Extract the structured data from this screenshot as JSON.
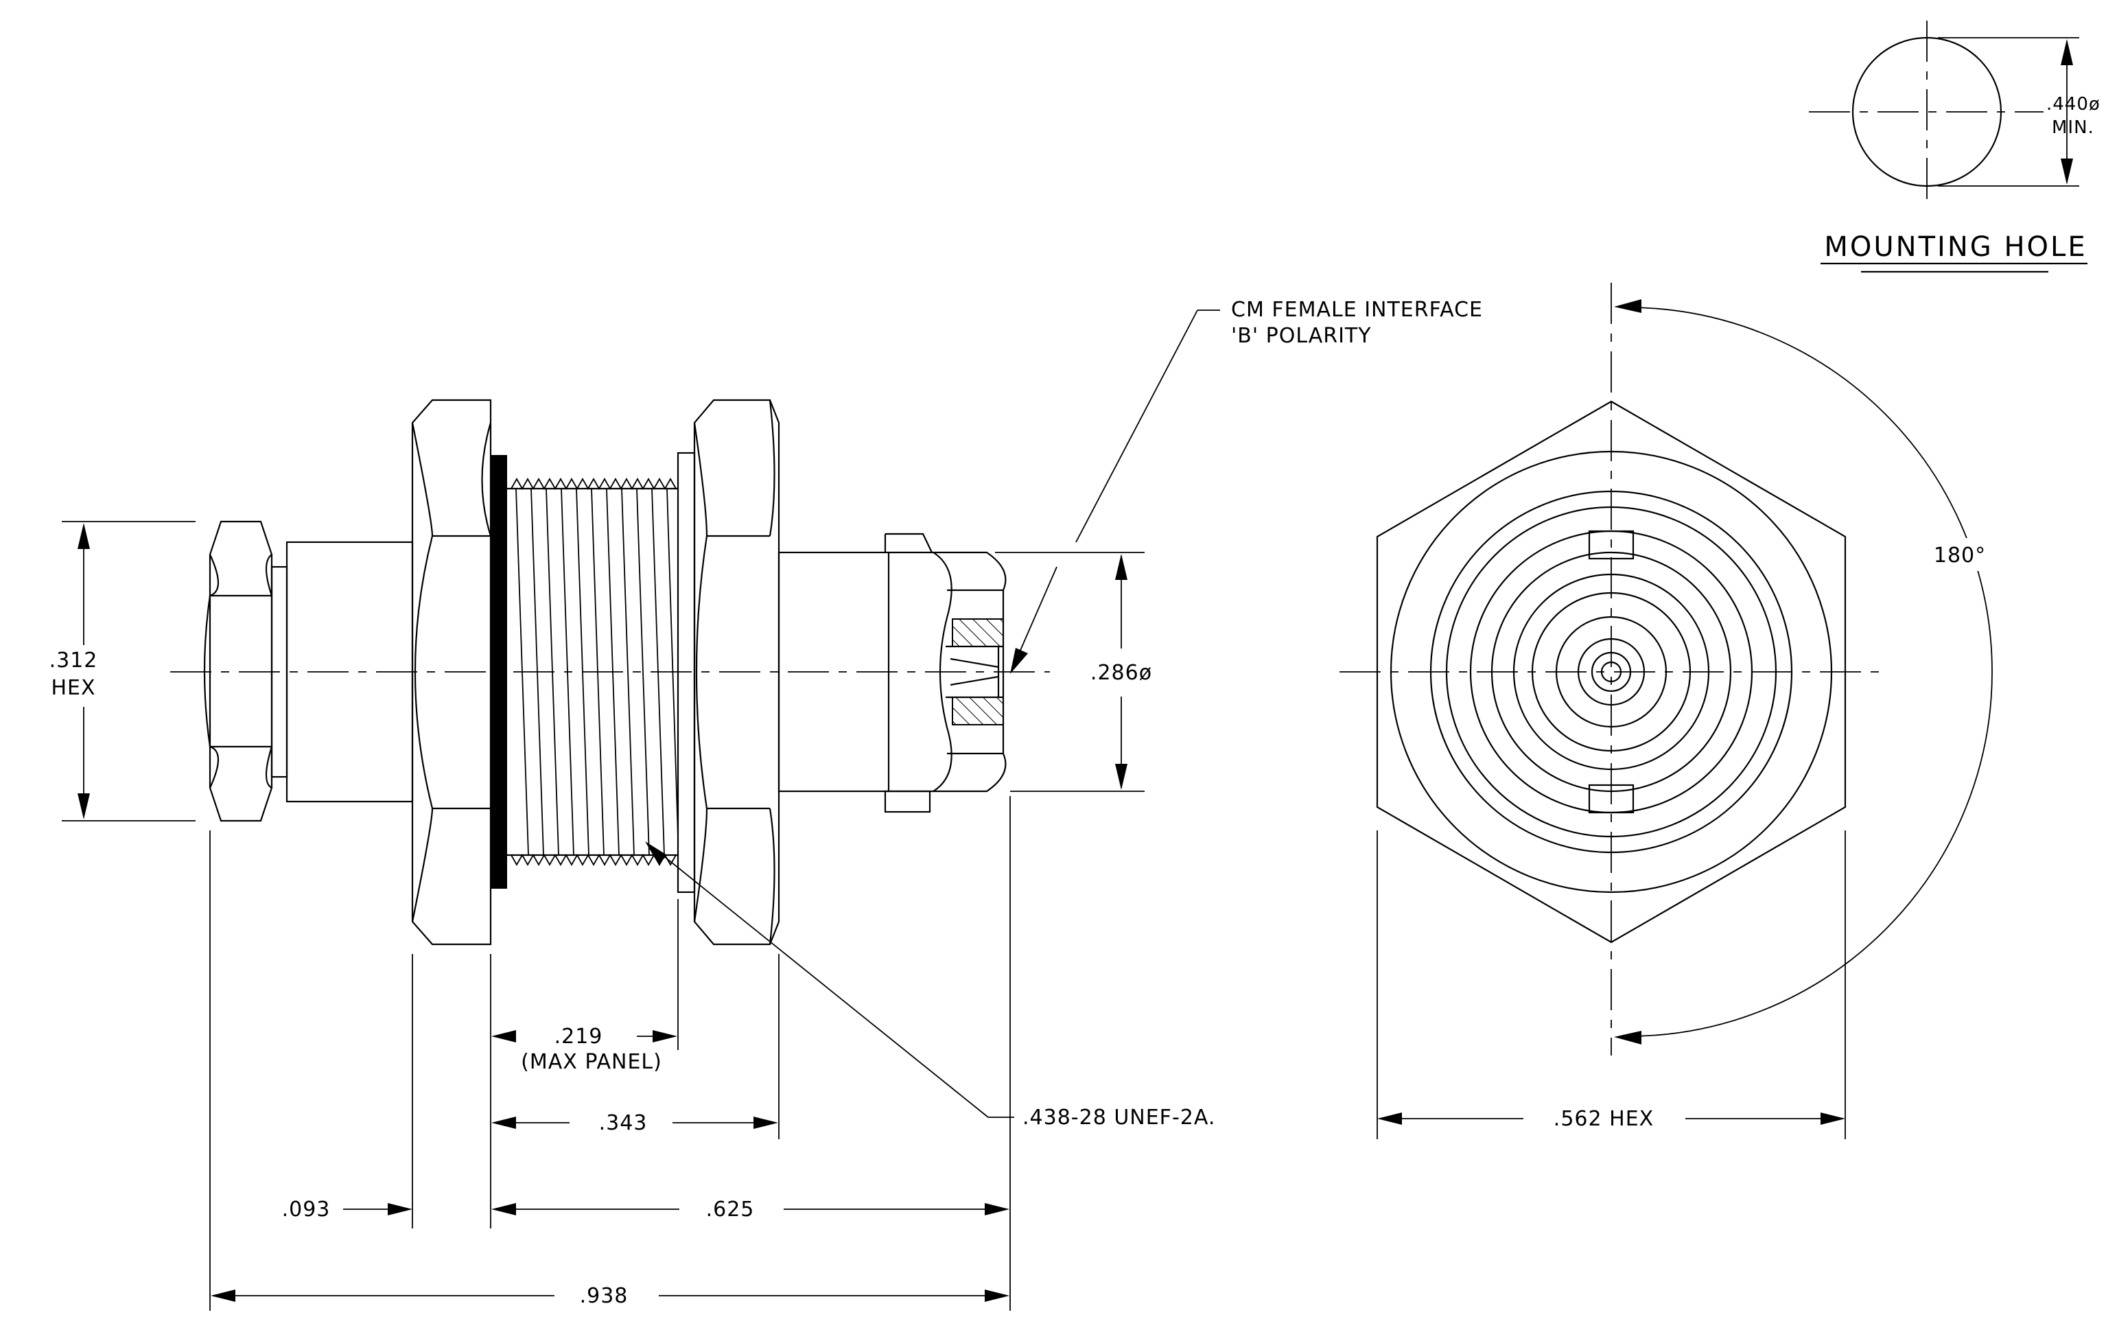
{
  "labels": {
    "mounting_hole_title": "MOUNTING HOLE",
    "mounting_hole_dia": ".440ø",
    "mounting_hole_min": "MIN.",
    "interface_line1": "CM FEMALE INTERFACE",
    "interface_line2": "'B' POLARITY",
    "hex_small_value": ".312",
    "hex_small_word": "HEX",
    "dia_286": ".286ø",
    "angle_180": "180°",
    "max_panel_value": ".219",
    "max_panel_note": "(MAX PANEL)",
    "dim_343": ".343",
    "dim_093": ".093",
    "dim_625": ".625",
    "dim_938": ".938",
    "thread_spec": ".438-28 UNEF-2A.",
    "hex_large": ".562 HEX"
  }
}
